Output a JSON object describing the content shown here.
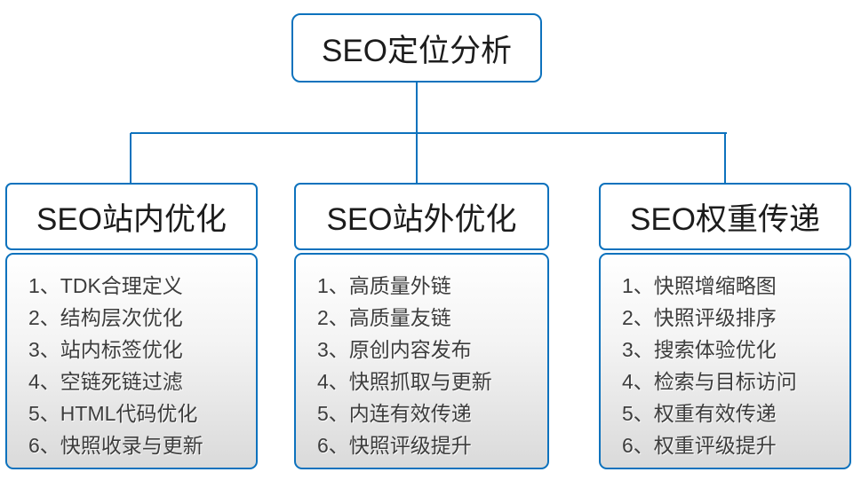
{
  "colors": {
    "accent": "#0d72bd",
    "list_gradient_top": "#ffffff",
    "list_gradient_bottom": "#dadada",
    "title_text": "#1c1c1c",
    "item_text": "#3c3c3c"
  },
  "root": {
    "title": "SEO定位分析"
  },
  "branches": [
    {
      "title": "SEO站内优化",
      "items": [
        "1、TDK合理定义",
        "2、结构层次优化",
        "3、站内标签优化",
        "4、空链死链过滤",
        "5、HTML代码优化",
        "6、快照收录与更新"
      ]
    },
    {
      "title": "SEO站外优化",
      "items": [
        "1、高质量外链",
        "2、高质量友链",
        "3、原创内容发布",
        "4、快照抓取与更新",
        "5、内连有效传递",
        "6、快照评级提升"
      ]
    },
    {
      "title": "SEO权重传递",
      "items": [
        "1、快照增缩略图",
        "2、快照评级排序",
        "3、搜索体验优化",
        "4、检索与目标访问",
        "5、权重有效传递",
        "6、权重评级提升"
      ]
    }
  ]
}
